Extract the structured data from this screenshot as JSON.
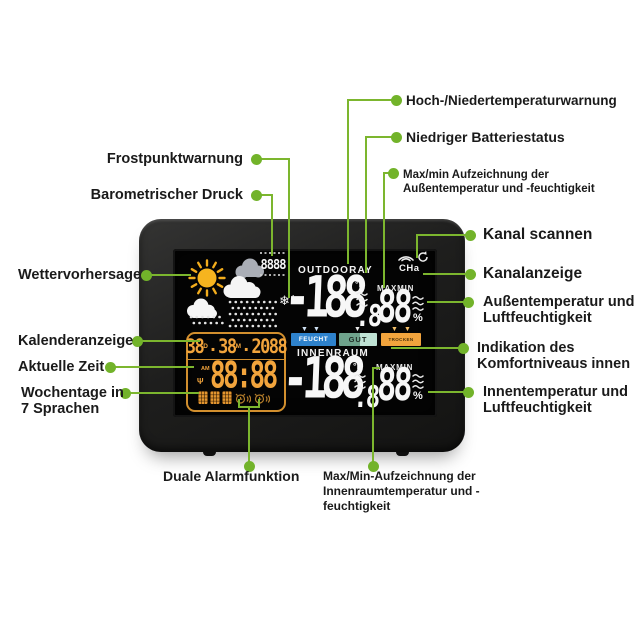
{
  "colors": {
    "accent_green": "#7cb62e",
    "label_text": "#1a1a1a",
    "display_orange": "#f2a43c",
    "bar_blue": "#2e82cc",
    "bar_green": "#8fccae",
    "bar_orange": "#f2a43d"
  },
  "callouts": {
    "left": {
      "frost": {
        "text": "Frostpunktwarnung"
      },
      "barometric": {
        "text": "Barometrischer Druck"
      },
      "forecast": {
        "text": "Wettervorhersage"
      },
      "calendar": {
        "text": "Kalenderanzeige"
      },
      "current_time": {
        "text": "Aktuelle Zeit"
      },
      "weekdays": {
        "lines": [
          "Wochentage in",
          "7 Sprachen"
        ]
      }
    },
    "right": {
      "temp_warning": {
        "text": "Hoch-/Niedertemperaturwarnung"
      },
      "low_battery": {
        "text": "Niedriger Batteriestatus"
      },
      "outdoor_maxmin": {
        "lines": [
          "Max/min Aufzeichnung der",
          "Außentemperatur und -feuchtigkeit"
        ]
      },
      "channel_scan": {
        "text": "Kanal scannen"
      },
      "channel_indicator": {
        "text": "Kanalanzeige"
      },
      "outdoor_temp_hum": {
        "lines": [
          "Außentemperatur und",
          "Luftfeuchtigkeit"
        ]
      },
      "comfort": {
        "lines": [
          "Indikation des",
          "Komfortniveaus innen"
        ]
      },
      "indoor_temp_hum": {
        "lines": [
          "Innentemperatur und",
          "Luftfeuchtigkeit"
        ]
      }
    },
    "bottom": {
      "dual_alarm": {
        "text": "Duale Alarmfunktion"
      },
      "indoor_maxmin": {
        "lines": [
          "Max/Min-Aufzeichnung der",
          "Innenraumtemperatur und -",
          "feuchtigkeit"
        ]
      }
    }
  },
  "display": {
    "pressure_digits": "8888",
    "outdoor": {
      "label": "OUTDOORAY",
      "temp_int": "-188",
      "temp_frac": ".8",
      "temp_unit": "°E",
      "maxmin": "MAXMIN",
      "humidity": "88",
      "humidity_unit": "%"
    },
    "channel_label": "CHa",
    "comfort_bars": {
      "wet": "FEUCHT",
      "good": "GUT",
      "dry": "TROCKEN"
    },
    "indoor": {
      "label": "INNENRAUM",
      "temp_int": "-188",
      "temp_frac": ".8",
      "temp_unit": "°E",
      "maxmin": "MAXMIN",
      "humidity": "88",
      "humidity_unit": "%"
    },
    "calendar": {
      "day": "38",
      "day_marker": "D",
      "separator": ".",
      "month": "38",
      "month_marker": "M",
      "year": "2088",
      "time": "88:88",
      "am_marker": "AM"
    }
  },
  "icons": {
    "alert_triangle": "▼",
    "frost": "❄",
    "frost_alert": "!",
    "antenna": "Ψ"
  }
}
